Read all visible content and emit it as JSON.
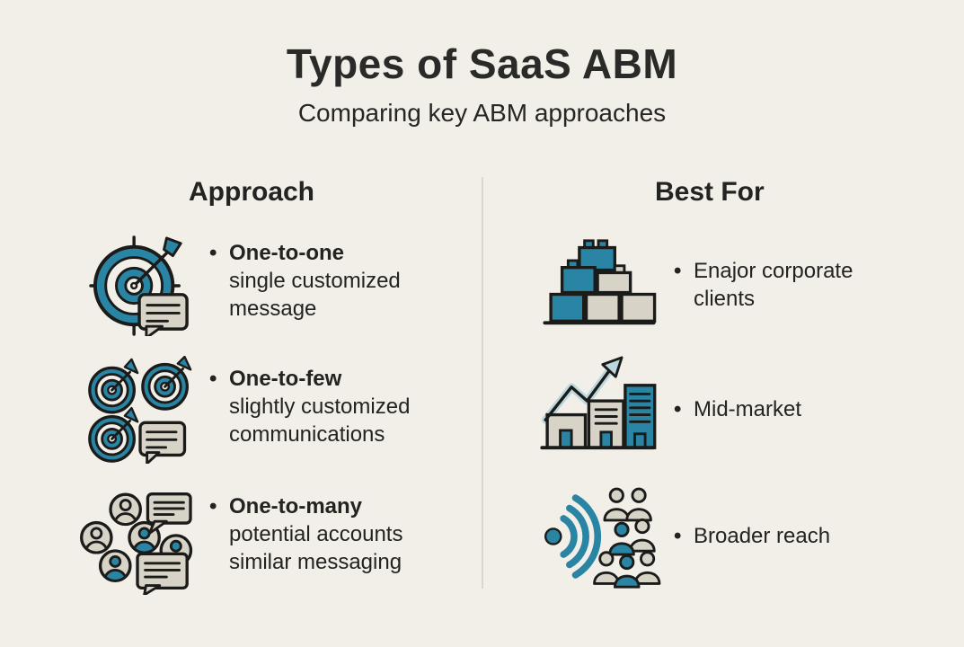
{
  "title": "Types of SaaS ABM",
  "subtitle": "Comparing key ABM approaches",
  "bullet": "•",
  "columns": {
    "approach": {
      "header": "Approach",
      "items": [
        {
          "icon": "target-dart-icon",
          "label": "One-to-one",
          "description": "single customized message"
        },
        {
          "icon": "multi-targets-icon",
          "label": "One-to-few",
          "description": "slightly customized communications"
        },
        {
          "icon": "people-group-icon",
          "label": "One-to-many",
          "description": "potential accounts similar messaging"
        }
      ]
    },
    "best_for": {
      "header": "Best For",
      "items": [
        {
          "icon": "building-blocks-icon",
          "label": "Enajor corporate clients"
        },
        {
          "icon": "growth-buildings-icon",
          "label": "Mid-market"
        },
        {
          "icon": "broadcast-reach-icon",
          "label": "Broader reach"
        }
      ]
    }
  },
  "colors": {
    "teal": "#2a84a4",
    "beige": "#d7d3c7",
    "outline": "#1b1b19",
    "background": "#f1efe8",
    "text": "#232321",
    "divider": "#d9d7cf"
  }
}
